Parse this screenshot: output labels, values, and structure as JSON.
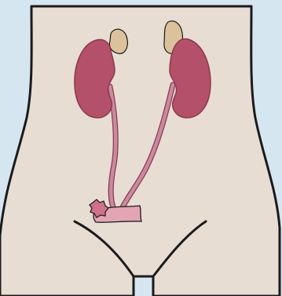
{
  "diagram": {
    "subject": "urinary system",
    "colors": {
      "background": "#d6e6f1",
      "torso": "#e8ddd3",
      "outline": "#1b1b1b",
      "kidney": "#b5506a",
      "kidney_edge": "#8a3a4f",
      "adrenal": "#dcc29a",
      "ureter": "#c98aa0",
      "bladder": "#e3a5b3",
      "tumor": "#d0708a"
    },
    "parts": [
      {
        "id": "left-adrenal-gland",
        "icon": "adrenal-gland"
      },
      {
        "id": "right-adrenal-gland",
        "icon": "adrenal-gland"
      },
      {
        "id": "left-kidney",
        "icon": "kidney"
      },
      {
        "id": "right-kidney",
        "icon": "kidney"
      },
      {
        "id": "left-ureter",
        "icon": "ureter"
      },
      {
        "id": "right-ureter",
        "icon": "ureter"
      },
      {
        "id": "bladder",
        "icon": "bladder"
      },
      {
        "id": "bladder-tumor",
        "icon": "tumor"
      }
    ]
  }
}
